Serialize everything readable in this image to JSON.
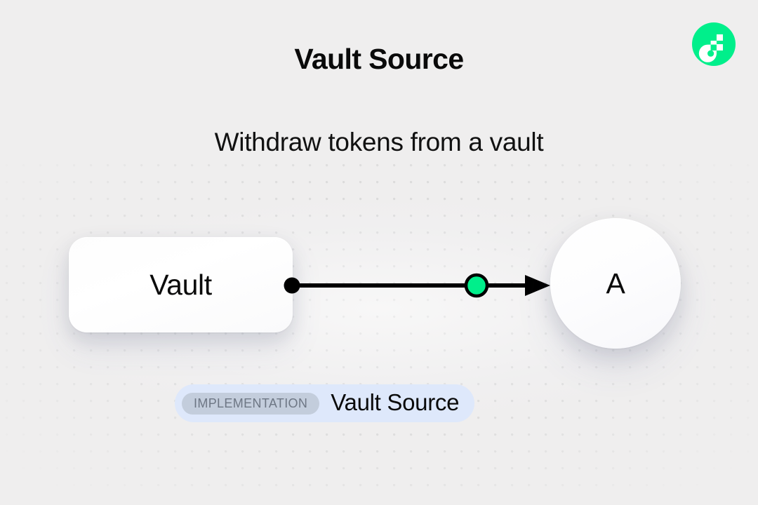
{
  "header": {
    "title": "Vault Source",
    "subtitle": "Withdraw tokens from a vault",
    "logo_icon": "flow-logo-icon"
  },
  "diagram": {
    "source_node": {
      "label": "Vault",
      "shape": "rounded-rect",
      "port_icon": "source-port-dot"
    },
    "target_node": {
      "label": "A",
      "shape": "circle"
    },
    "edge": {
      "connector_icon": "connector-dot-icon",
      "arrow_icon": "arrow-head-icon",
      "direction": "left-to-right"
    }
  },
  "badge": {
    "tag": "IMPLEMENTATION",
    "name": "Vault Source"
  },
  "colors": {
    "background": "#efeeee",
    "brand_green": "#00ef8b",
    "edge_stroke": "#000000",
    "badge_bg": "#dee8fb",
    "badge_tag_bg": "#c3cddc",
    "badge_tag_text": "#6d7684",
    "dot_grid": "#d9d9d9"
  }
}
